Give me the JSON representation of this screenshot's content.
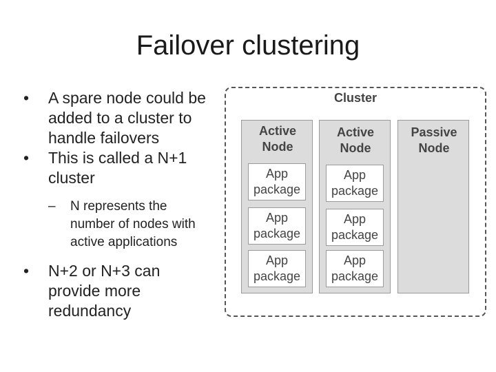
{
  "slide": {
    "title": "Failover clustering"
  },
  "bullets": [
    {
      "lines": [
        "A spare node could be",
        "added to a cluster to",
        "handle failovers"
      ]
    },
    {
      "lines": [
        "This is called a N+1",
        "cluster"
      ]
    },
    {
      "lines": [
        "N represents the",
        "number of nodes with",
        "active applications"
      ]
    },
    {
      "lines": [
        "N+2 or N+3 can",
        "provide more",
        "redundancy"
      ]
    }
  ],
  "bullet_glyph": "•",
  "dash_glyph": "–",
  "diagram": {
    "cluster_label": "Cluster",
    "nodes": [
      {
        "title": [
          "Active",
          "Node"
        ],
        "packages": [
          [
            "App",
            "package"
          ],
          [
            "App",
            "package"
          ],
          [
            "App",
            "package"
          ]
        ]
      },
      {
        "title": [
          "Active",
          "Node"
        ],
        "packages": [
          [
            "App",
            "package"
          ],
          [
            "App",
            "package"
          ],
          [
            "App",
            "package"
          ]
        ]
      },
      {
        "title": [
          "Passive",
          "Node"
        ],
        "packages": []
      }
    ]
  },
  "colors": {
    "node_fill": "#dcdcdc",
    "border": "#9a9a9a",
    "label_text": "#444444"
  }
}
